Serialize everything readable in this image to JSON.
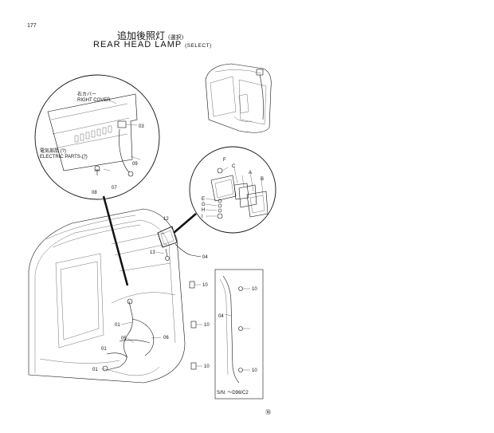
{
  "page": {
    "page_number": "177",
    "title_jp": "追加後照灯",
    "title_jp_suffix": "(選択)",
    "title_en": "REAR HEAD LAMP",
    "title_en_suffix": "(SELECT)",
    "bottom_mark": "⑱"
  },
  "callouts": {
    "right_cover_jp": "右カバー",
    "right_cover_en": "RIGHT COVER",
    "electric_parts_jp": "電気部品 (?)",
    "electric_parts_en": "ELECTRIC PARTS (?)",
    "serial_note": "S/N: ～D98/C2"
  },
  "part_labels": {
    "p03": "03",
    "p09": "09",
    "p07": "07",
    "p08": "08",
    "pF": "F",
    "pC": "C",
    "pA": "A",
    "pB": "B",
    "pE": "E",
    "pG": "G",
    "pH": "H",
    "pI": "I",
    "p12": "12",
    "p13": "13",
    "p04a": "04",
    "p10a": "10",
    "p10b": "10",
    "p10c": "10",
    "p01a": "01",
    "p05": "05",
    "p06": "06",
    "p01b": "01",
    "p01c": "01",
    "p10d": "10",
    "p04b": "04",
    "p10e": "10"
  }
}
